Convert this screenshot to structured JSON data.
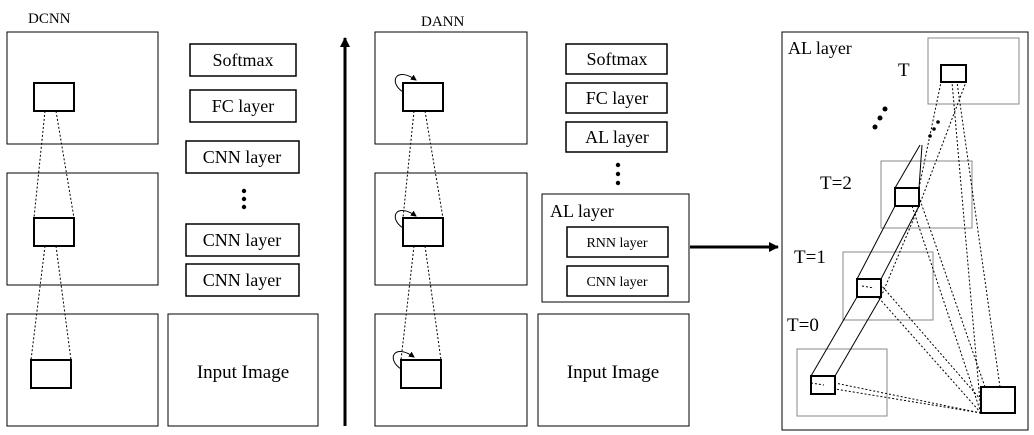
{
  "dcnn": {
    "title": "DCNN",
    "layers": [
      "Softmax",
      "FC layer",
      "CNN layer",
      "CNN layer",
      "CNN layer"
    ],
    "input_label": "Input Image"
  },
  "dann": {
    "title": "DANN",
    "layers": [
      "Softmax",
      "FC layer",
      "AL layer"
    ],
    "al_block": {
      "title": "AL layer",
      "inner": [
        "RNN layer",
        "CNN layer"
      ]
    },
    "input_label": "Input Image"
  },
  "al_detail": {
    "title": "AL layer",
    "steps": [
      "T",
      "T=2",
      "T=1",
      "T=0"
    ]
  },
  "colors": {
    "stroke": "#000000",
    "box_gray": "#888888"
  }
}
